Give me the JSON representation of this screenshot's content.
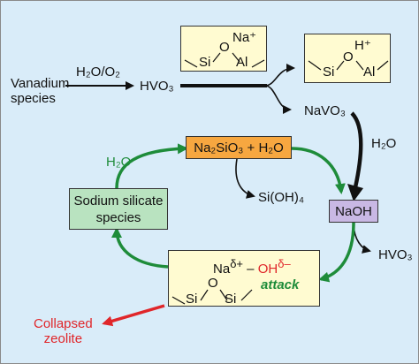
{
  "left_label": [
    "Vanadium",
    "species"
  ],
  "reaction1": "H₂O/O₂",
  "hvo3": "HVO₃",
  "zeolite_na": {
    "si": "Si",
    "o": "O",
    "al": "Al",
    "cation": "Na⁺"
  },
  "zeolite_h": {
    "si": "Si",
    "o": "O",
    "al": "Al",
    "cation": "H⁺"
  },
  "navo3": "NaVO₃",
  "h2o_right": "H₂O",
  "naoh": "NaOH",
  "hvo3_bottom": "HVO₃",
  "na2sio3": "Na₂SiO₃ + H₂O",
  "h2o_green": "H₂O",
  "sioh4": "Si(OH)₄",
  "silicate": [
    "Sodium silicate",
    "species"
  ],
  "attack_box": {
    "na": "Na",
    "na_sup": "δ+",
    "dash": " – ",
    "oh": "OH",
    "oh_sup": "δ–",
    "attack": "attack",
    "si1": "Si",
    "o": "O",
    "si2": "Si"
  },
  "collapsed": [
    "Collapsed",
    "zeolite"
  ],
  "colors": {
    "background": "#d9ecf9",
    "green_arrow": "#1e8c3a",
    "red": "#e0262a",
    "black": "#111111"
  }
}
